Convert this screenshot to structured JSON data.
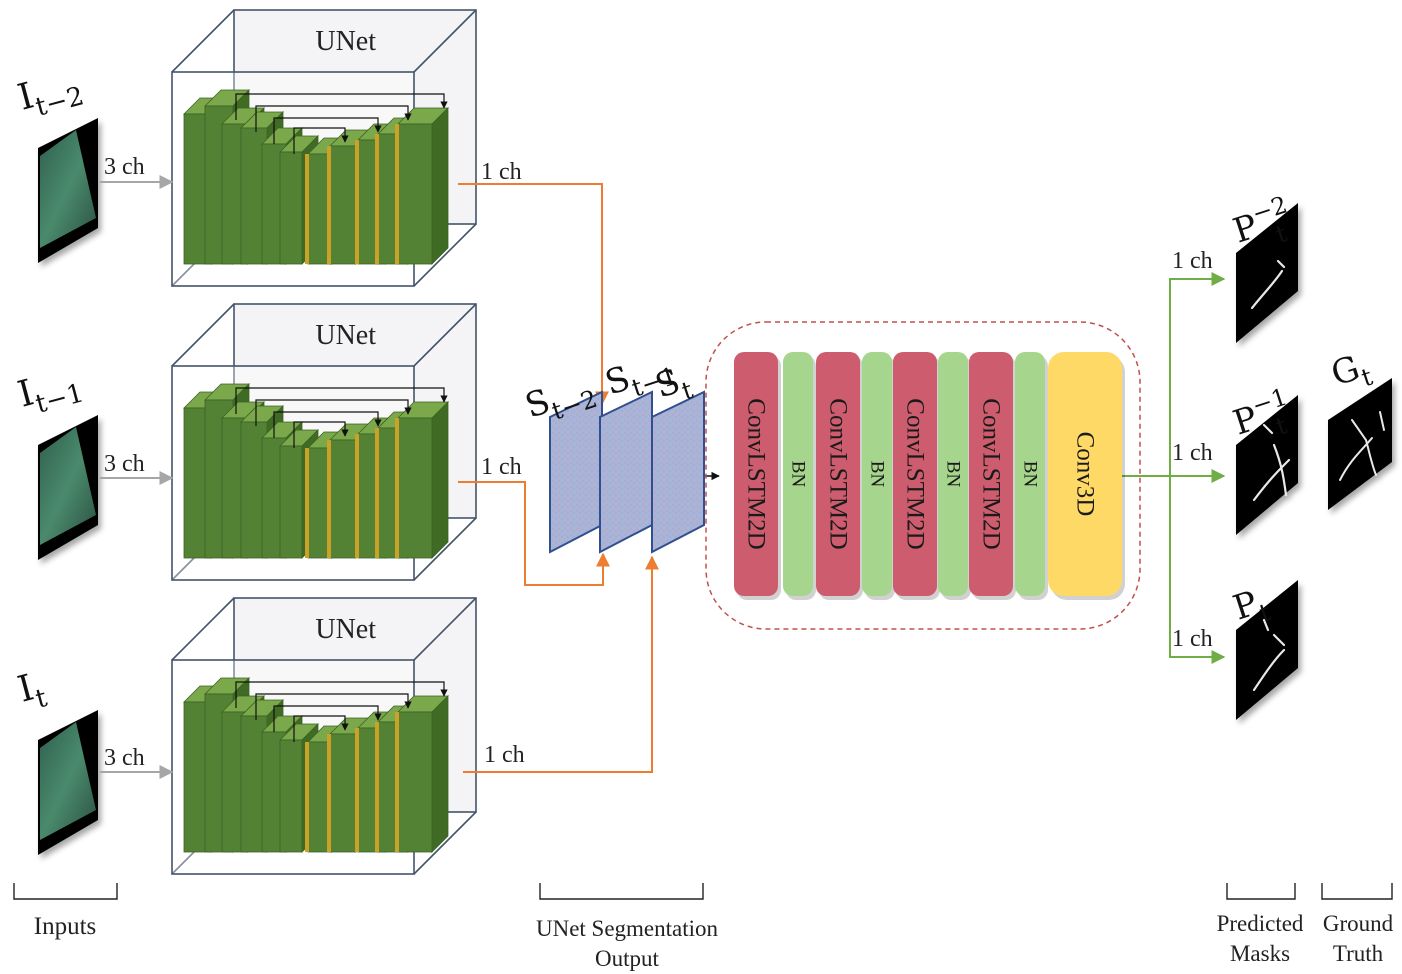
{
  "inputs": [
    {
      "symbol": "I",
      "sub": "t−2",
      "channels": "3 ch"
    },
    {
      "symbol": "I",
      "sub": "t−1",
      "channels": "3 ch"
    },
    {
      "symbol": "I",
      "sub": "t",
      "channels": "3 ch"
    }
  ],
  "unet": {
    "title": "UNet",
    "out_channels": "1 ch"
  },
  "segmentation": {
    "slices": [
      {
        "symbol": "S",
        "sub": "t−2"
      },
      {
        "symbol": "S",
        "sub": "t−1"
      },
      {
        "symbol": "S",
        "sub": "t"
      }
    ]
  },
  "head": {
    "layers": [
      {
        "label": "ConvLSTM2D",
        "type": "convlstm"
      },
      {
        "label": "BN",
        "type": "bn"
      },
      {
        "label": "ConvLSTM2D",
        "type": "convlstm"
      },
      {
        "label": "BN",
        "type": "bn"
      },
      {
        "label": "ConvLSTM2D",
        "type": "convlstm"
      },
      {
        "label": "BN",
        "type": "bn"
      },
      {
        "label": "ConvLSTM2D",
        "type": "convlstm"
      },
      {
        "label": "BN",
        "type": "bn"
      },
      {
        "label": "Conv3D",
        "type": "conv3d"
      }
    ],
    "colors": {
      "convlstm": "#cd5c6e",
      "bn": "#a6d68d",
      "conv3d": "#ffd966"
    }
  },
  "outputs": {
    "channels": "1 ch",
    "masks": [
      {
        "symbol": "P",
        "sub": "t",
        "sup": "−2"
      },
      {
        "symbol": "P",
        "sub": "t",
        "sup": "−1"
      },
      {
        "symbol": "P",
        "sub": "t",
        "sup": ""
      }
    ],
    "ground_truth": {
      "symbol": "G",
      "sub": "t"
    }
  },
  "captions": {
    "inputs": "Inputs",
    "segmentation_line1": "UNet Segmentation",
    "segmentation_line2": "Output",
    "predicted_line1": "Predicted",
    "predicted_line2": "Masks",
    "truth_line1": "Ground",
    "truth_line2": "Truth"
  },
  "colors": {
    "encoder_green": "#548235",
    "decoder_accent": "#c9a227",
    "arrow_gray": "#a6a6a6",
    "arrow_orange": "#ed7d31",
    "arrow_green": "#70ad47",
    "seg_blue": "#a9b5d8",
    "dashed_border": "#c0504d"
  }
}
